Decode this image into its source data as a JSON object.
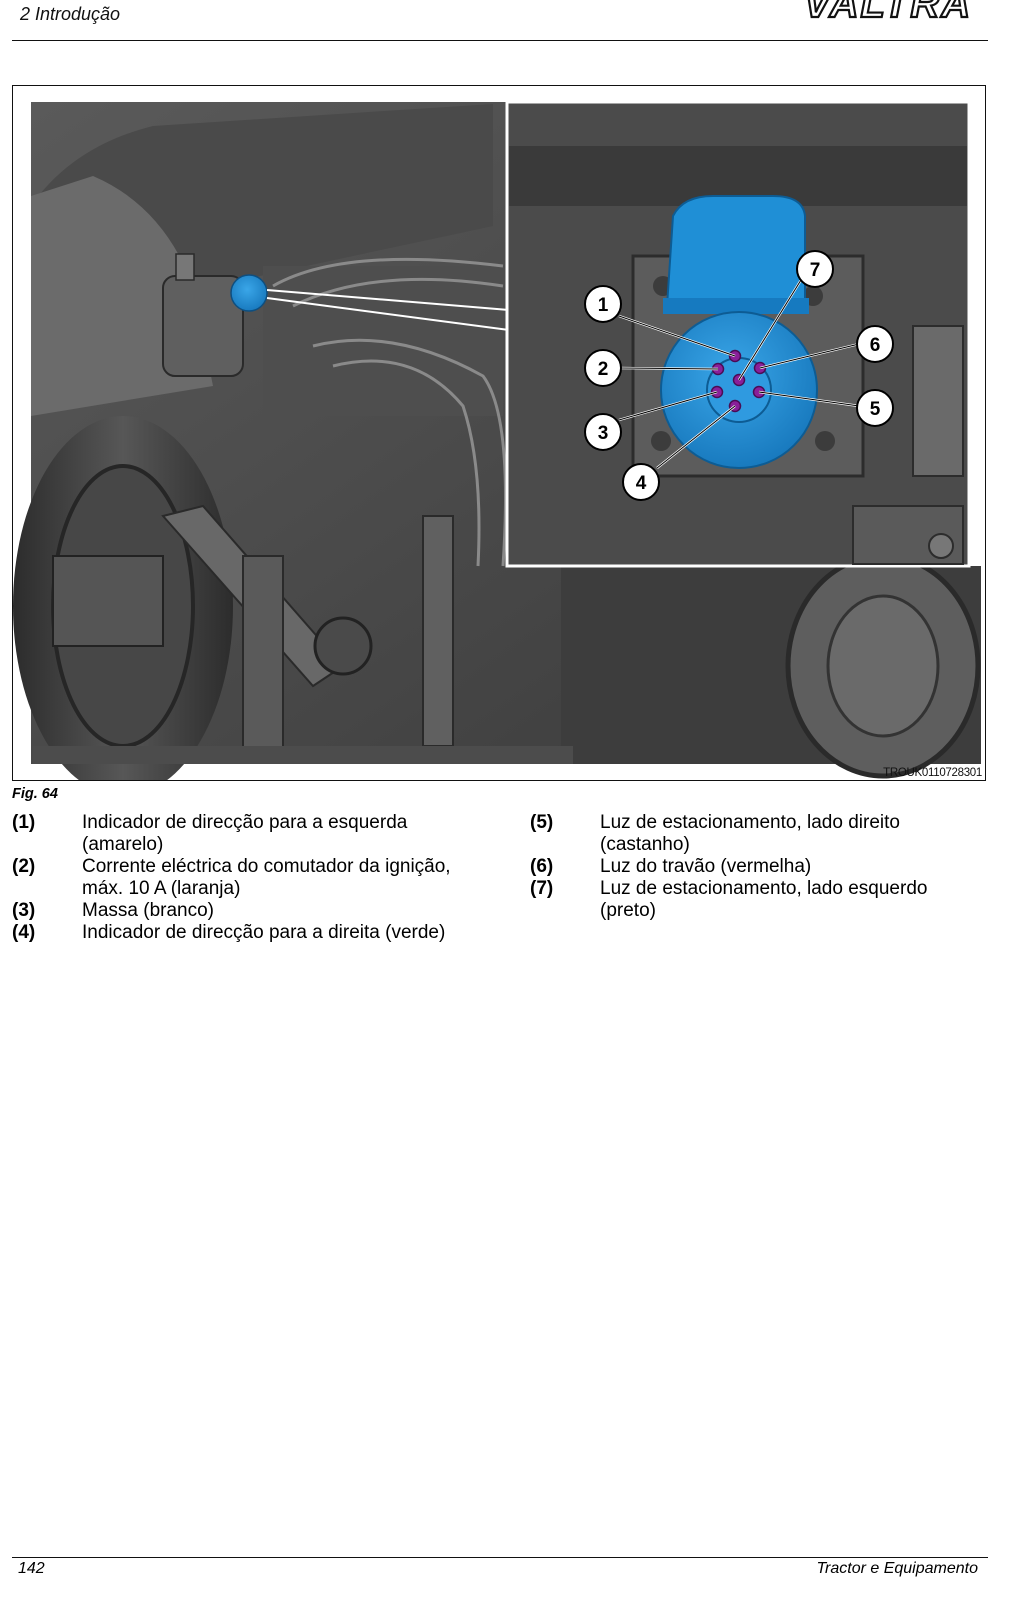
{
  "header": {
    "section_title": "2 Introdução",
    "logo_text": "VALTRA"
  },
  "figure": {
    "image_code": "TROUK0110728301",
    "caption": "Fig. 64",
    "callouts": [
      "1",
      "2",
      "3",
      "4",
      "5",
      "6",
      "7"
    ]
  },
  "legend": {
    "left": [
      {
        "num": "(1)",
        "text": "Indicador de direcção para a esquerda (amarelo)"
      },
      {
        "num": "(2)",
        "text": "Corrente eléctrica do comutador da ignição, máx. 10 A (laranja)"
      },
      {
        "num": "(3)",
        "text": "Massa (branco)"
      },
      {
        "num": "(4)",
        "text": "Indicador de direcção para a direita (verde)"
      }
    ],
    "right": [
      {
        "num": "(5)",
        "text": "Luz de estacionamento, lado direito (castanho)"
      },
      {
        "num": "(6)",
        "text": "Luz do travão (vermelha)"
      },
      {
        "num": "(7)",
        "text": "Luz de estacionamento, lado esquerdo (preto)"
      }
    ]
  },
  "footer": {
    "page_number": "142",
    "right_text": "Tractor e Equipamento"
  },
  "colors": {
    "socket_blue": "#1f8fd6",
    "pin_purple": "#8a1f9a"
  }
}
